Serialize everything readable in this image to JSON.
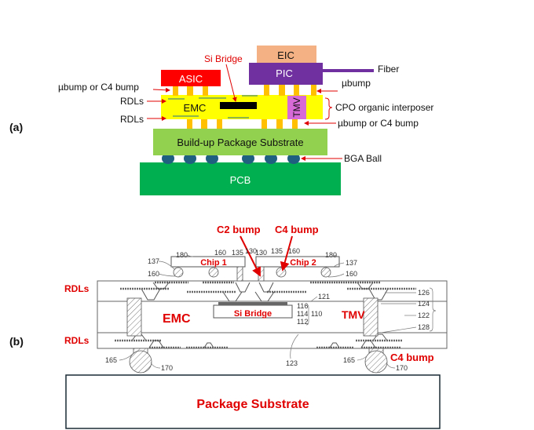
{
  "panel_a": {
    "tag": "(a)",
    "components": {
      "eic": "EIC",
      "pic": "PIC",
      "asic": "ASIC",
      "emc": "EMC",
      "tmv": "TMV",
      "substrate": "Build-up Package Substrate",
      "pcb": "PCB"
    },
    "callouts": {
      "si_bridge": "Si Bridge",
      "fiber": "Fiber",
      "ubump_top": "µbump",
      "ubump_or_c4_left": "µbump or C4 bump",
      "rdls_top": "RDLs",
      "rdls_bottom": "RDLs",
      "cpo_interposer": "CPO organic interposer",
      "ubump_or_c4_right": "µbump or C4 bump",
      "bga_ball": "BGA Ball"
    },
    "colors": {
      "eic": "#f4b183",
      "pic": "#7030a0",
      "asic": "#ff0000",
      "emc": "#ffff00",
      "tmv": "#d86ad8",
      "bump": "#ffc000",
      "substrate": "#92d050",
      "bga": "#1f5f7f",
      "pcb": "#00b050",
      "si_bridge": "#000000",
      "rdl": "#1f6f8f"
    }
  },
  "panel_b": {
    "tag": "(b)",
    "labels": {
      "c2_bump": "C2 bump",
      "c4_bump_top": "C4 bump",
      "chip1": "Chip 1",
      "chip2": "Chip 2",
      "rdls_top": "RDLs",
      "rdls_bottom": "RDLs",
      "emc": "EMC",
      "si_bridge": "Si Bridge",
      "tmv": "TMV",
      "c4_bump_bottom": "C4 bump",
      "package_substrate": "Package Substrate"
    },
    "reference_numbers": {
      "n180a": "180",
      "n180b": "180",
      "n137a": "137",
      "n137b": "137",
      "n160a": "160",
      "n160b": "160",
      "n160c": "160",
      "n160d": "160",
      "n135a": "135",
      "n135b": "135",
      "n130a": "130",
      "n130b": "130",
      "n121": "121",
      "n116": "116",
      "n114": "114",
      "n112": "112",
      "n110": "110",
      "n126": "126",
      "n124": "124",
      "n122": "122",
      "n128": "128",
      "n123": "123",
      "n165a": "165",
      "n165b": "165",
      "n170a": "170",
      "n170b": "170"
    }
  }
}
